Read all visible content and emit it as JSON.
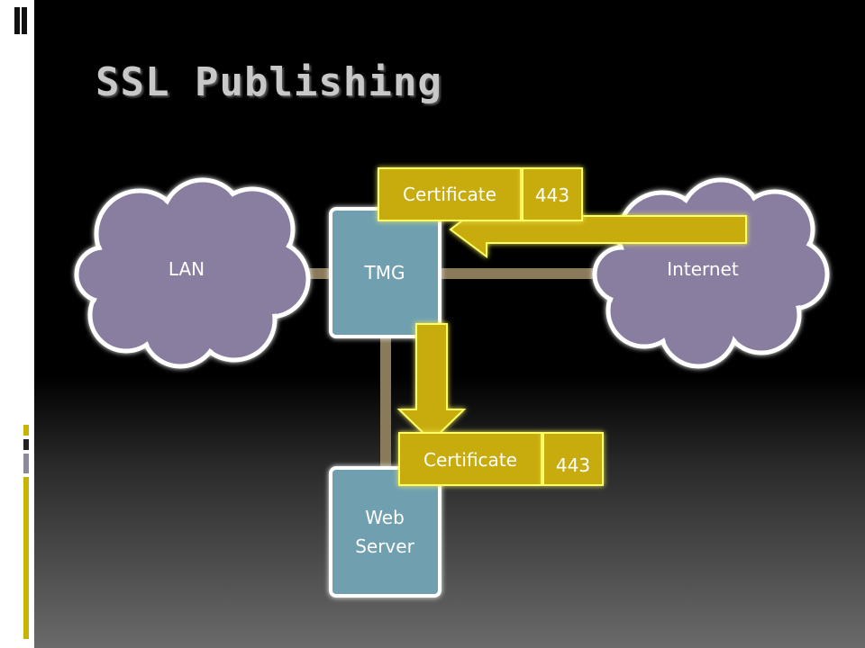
{
  "slide": {
    "title": "SSL Publishing"
  },
  "nodes": {
    "lan": "LAN",
    "tmg": "TMG",
    "internet": "Internet",
    "web_server_line1": "Web",
    "web_server_line2": "Server"
  },
  "badges": {
    "top_certificate": "Certificate",
    "top_port": "443",
    "bottom_certificate": "Certificate",
    "bottom_port": "443"
  },
  "colors": {
    "cloud": "#8a7ea0",
    "server_box": "#6fa0b0",
    "badge": "#c8ac10",
    "connector": "#8a7a5a",
    "accent": "#c8b400"
  }
}
